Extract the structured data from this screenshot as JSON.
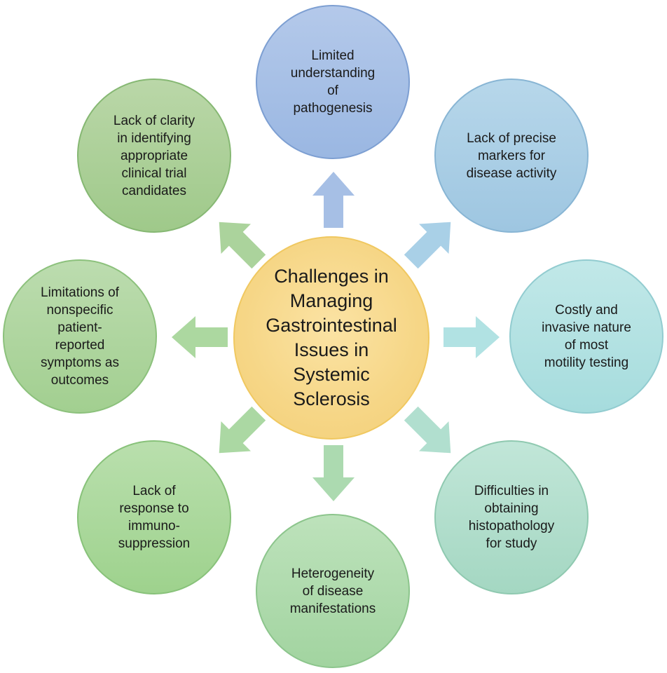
{
  "center": {
    "label": "Challenges in\nManaging\nGastrointestinal\nIssues in\nSystemic\nSclerosis"
  },
  "nodes": [
    {
      "id": "pathogenesis",
      "label": "Limited\nunderstanding\nof\npathogenesis"
    },
    {
      "id": "markers",
      "label": "Lack of precise\nmarkers for\ndisease activity"
    },
    {
      "id": "motility",
      "label": "Costly and\ninvasive nature\nof most\nmotility testing"
    },
    {
      "id": "histopathology",
      "label": "Difficulties in\nobtaining\nhistopathology\nfor study"
    },
    {
      "id": "heterogeneity",
      "label": "Heterogeneity\nof disease\nmanifestations"
    },
    {
      "id": "immunosuppression",
      "label": "Lack of\nresponse to\nimmuno-\nsuppression"
    },
    {
      "id": "symptoms",
      "label": "Limitations of\nnonspecific\npatient-\nreported\nsymptoms as\noutcomes"
    },
    {
      "id": "trial-candidates",
      "label": "Lack of clarity\nin identifying\nappropriate\nclinical trial\ncandidates"
    }
  ],
  "colors": {
    "center_fill": "#f7d88a",
    "center_stroke": "#f0c860",
    "pathogenesis": "#a4bde4",
    "markers": "#a9cfe6",
    "motility": "#b1e1e2",
    "histopathology": "#b2dfcf",
    "heterogeneity": "#aedaad",
    "immunosuppression": "#a9d79a",
    "symptoms": "#acd69b",
    "trial-candidates": "#a9d095"
  }
}
